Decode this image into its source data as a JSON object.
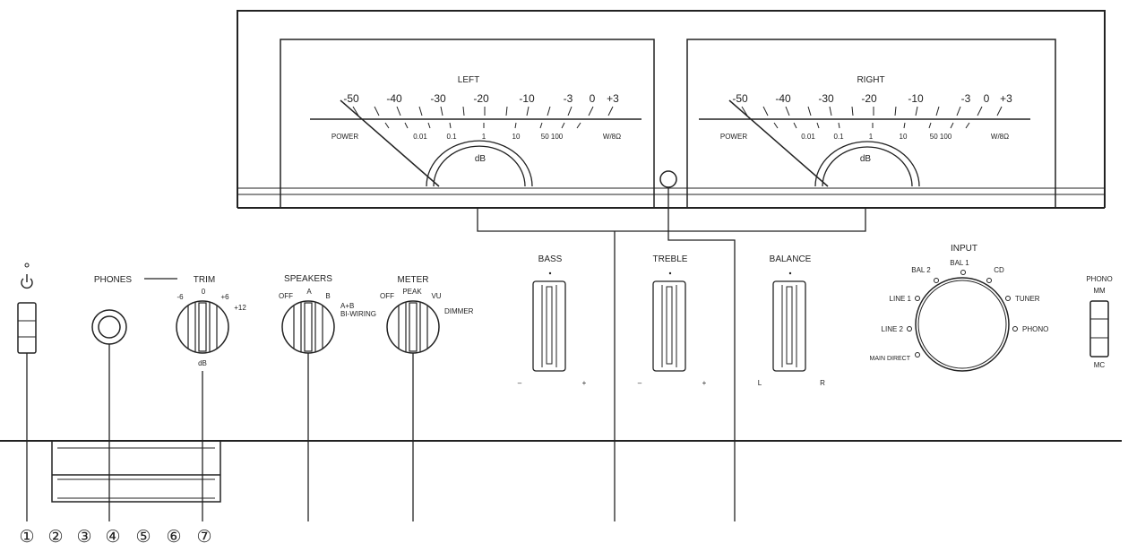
{
  "meters": {
    "left": {
      "title": "LEFT"
    },
    "right": {
      "title": "RIGHT"
    },
    "db_scale": [
      "-50",
      "-40",
      "-30",
      "-20",
      "-10",
      "-3",
      "0",
      "+3"
    ],
    "power_scale": [
      "POWER",
      "0.01",
      "0.1",
      "1",
      "10",
      "50 100",
      "W/8Ω"
    ],
    "unit": "dB"
  },
  "controls": {
    "power": {
      "icon": "power-icon"
    },
    "phones": {
      "label": "PHONES"
    },
    "trim": {
      "label": "TRIM",
      "positions": [
        "-6",
        "0",
        "+6",
        "+12"
      ],
      "unit": "dB"
    },
    "speakers": {
      "label": "SPEAKERS",
      "positions": [
        "OFF",
        "A",
        "B",
        "A+B",
        "BI-WIRING"
      ]
    },
    "meter": {
      "label": "METER",
      "positions": [
        "OFF",
        "PEAK",
        "VU",
        "DIMMER"
      ]
    },
    "bass": {
      "label": "BASS",
      "min": "–",
      "max": "+"
    },
    "treble": {
      "label": "TREBLE",
      "min": "–",
      "max": "+"
    },
    "balance": {
      "label": "BALANCE",
      "min": "L",
      "max": "R"
    },
    "input": {
      "label": "INPUT",
      "sources": [
        "LINE 2",
        "LINE 1",
        "BAL 2",
        "BAL 1",
        "CD",
        "TUNER",
        "PHONO",
        "MAIN DIRECT"
      ]
    },
    "phono": {
      "label": "PHONO",
      "top": "MM",
      "bottom": "MC"
    }
  },
  "callouts": [
    "①",
    "②",
    "③",
    "④",
    "⑤",
    "⑥",
    "⑦"
  ]
}
